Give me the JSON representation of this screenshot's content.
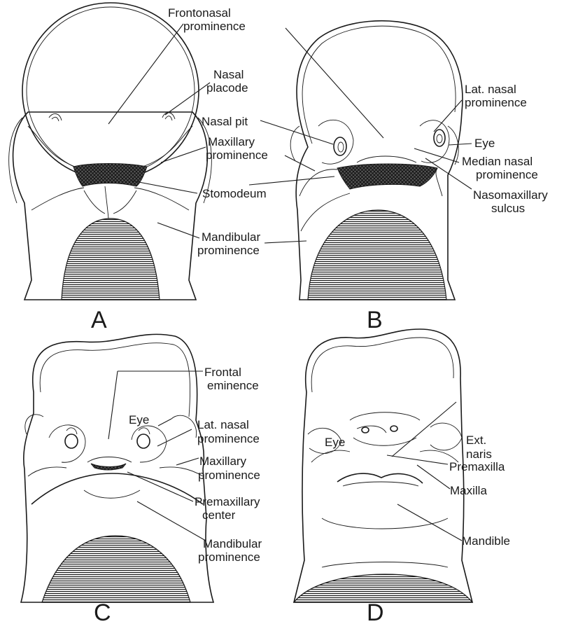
{
  "panels": {
    "a": {
      "letter": "A",
      "labels": {
        "frontonasal": [
          "Frontonasal",
          "prominence"
        ],
        "nasal_placode": [
          "Nasal",
          "placode"
        ],
        "maxillary": [
          "Maxillary",
          "prominence"
        ],
        "stomodeum": "Stomodeum",
        "mandibular": [
          "Mandibular",
          "prominence"
        ]
      }
    },
    "b": {
      "letter": "B",
      "labels": {
        "lat_nasal": [
          "Lat. nasal",
          "prominence"
        ],
        "nasal_pit": "Nasal pit",
        "eye": "Eye",
        "median_nasal": [
          "Median nasal",
          "prominence"
        ],
        "nasomaxillary": [
          "Nasomaxillary",
          "sulcus"
        ]
      }
    },
    "c": {
      "letter": "C",
      "labels": {
        "frontal": [
          "Frontal",
          "eminence"
        ],
        "eye": "Eye",
        "lat_nasal": [
          "Lat. nasal",
          "prominence"
        ],
        "maxillary": [
          "Maxillary",
          "prominence"
        ],
        "premaxillary": [
          "Premaxillary",
          "center"
        ],
        "mandibular": [
          "Mandibular",
          "prominence"
        ]
      }
    },
    "d": {
      "letter": "D",
      "labels": {
        "eye": "Eye",
        "ext_naris": [
          "Ext.",
          "naris"
        ],
        "premaxilla": "Premaxilla",
        "maxilla": "Maxilla",
        "mandible": "Mandible"
      }
    }
  },
  "colors": {
    "ink": "#1a1a1a",
    "background": "#ffffff"
  }
}
